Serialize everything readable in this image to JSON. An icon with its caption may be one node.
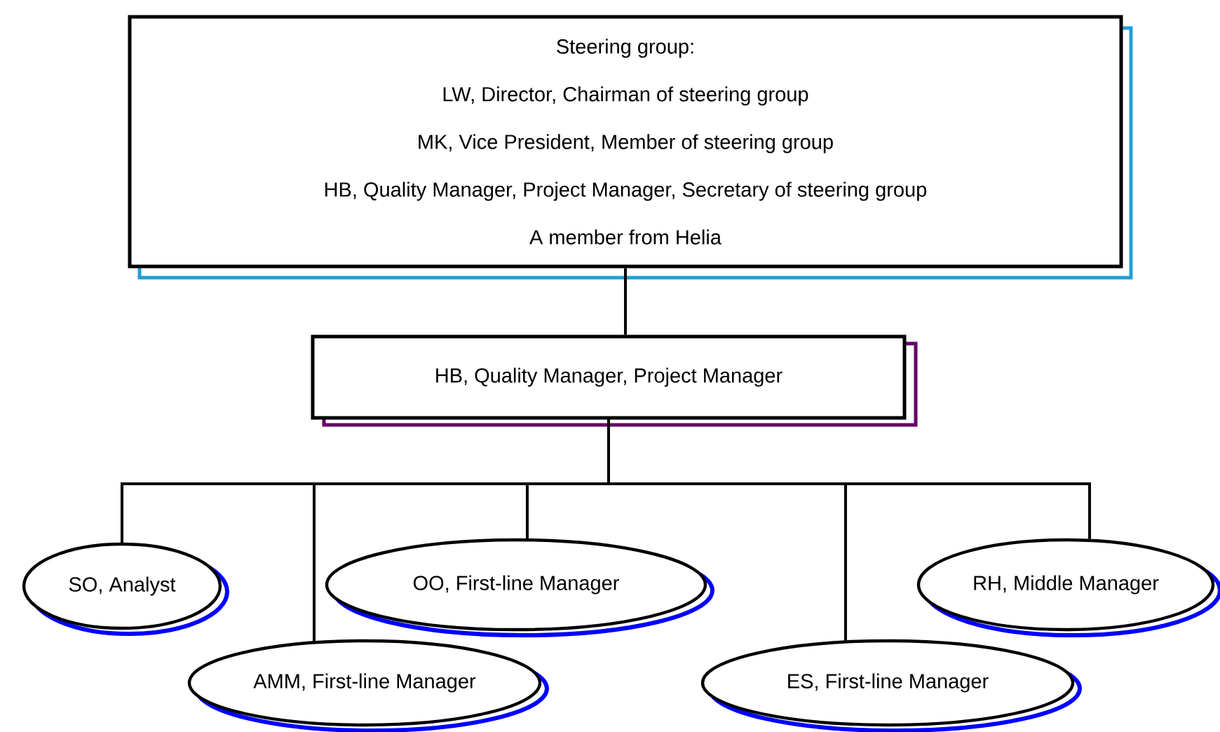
{
  "diagram": {
    "nodes": [
      {
        "text": [
          "Steering group:",
          "LW, Director, Chairman of steering group",
          "MK, Vice President, Member of steering group",
          "HB, Quality Manager, Project Manager, Secretary of steering group",
          "A member from Helia"
        ]
      },
      {
        "text": [
          "HB, Quality Manager, Project Manager"
        ]
      },
      {
        "text": [
          "SO, Analyst"
        ]
      },
      {
        "text": [
          "AMM, First-line Manager"
        ]
      },
      {
        "text": [
          "OO, First-line Manager"
        ]
      },
      {
        "text": [
          "ES, First-line Manager"
        ]
      },
      {
        "text": [
          "RH, Middle Manager"
        ]
      }
    ],
    "edges": [
      {
        "from": 0,
        "to": 1,
        "arrow": "none"
      },
      {
        "from": 1,
        "to": 2,
        "arrow": "none"
      },
      {
        "from": 1,
        "to": 3,
        "arrow": "none"
      },
      {
        "from": 1,
        "to": 4,
        "arrow": "none"
      },
      {
        "from": 1,
        "to": 5,
        "arrow": "none"
      },
      {
        "from": 1,
        "to": 6,
        "arrow": "none"
      }
    ]
  }
}
